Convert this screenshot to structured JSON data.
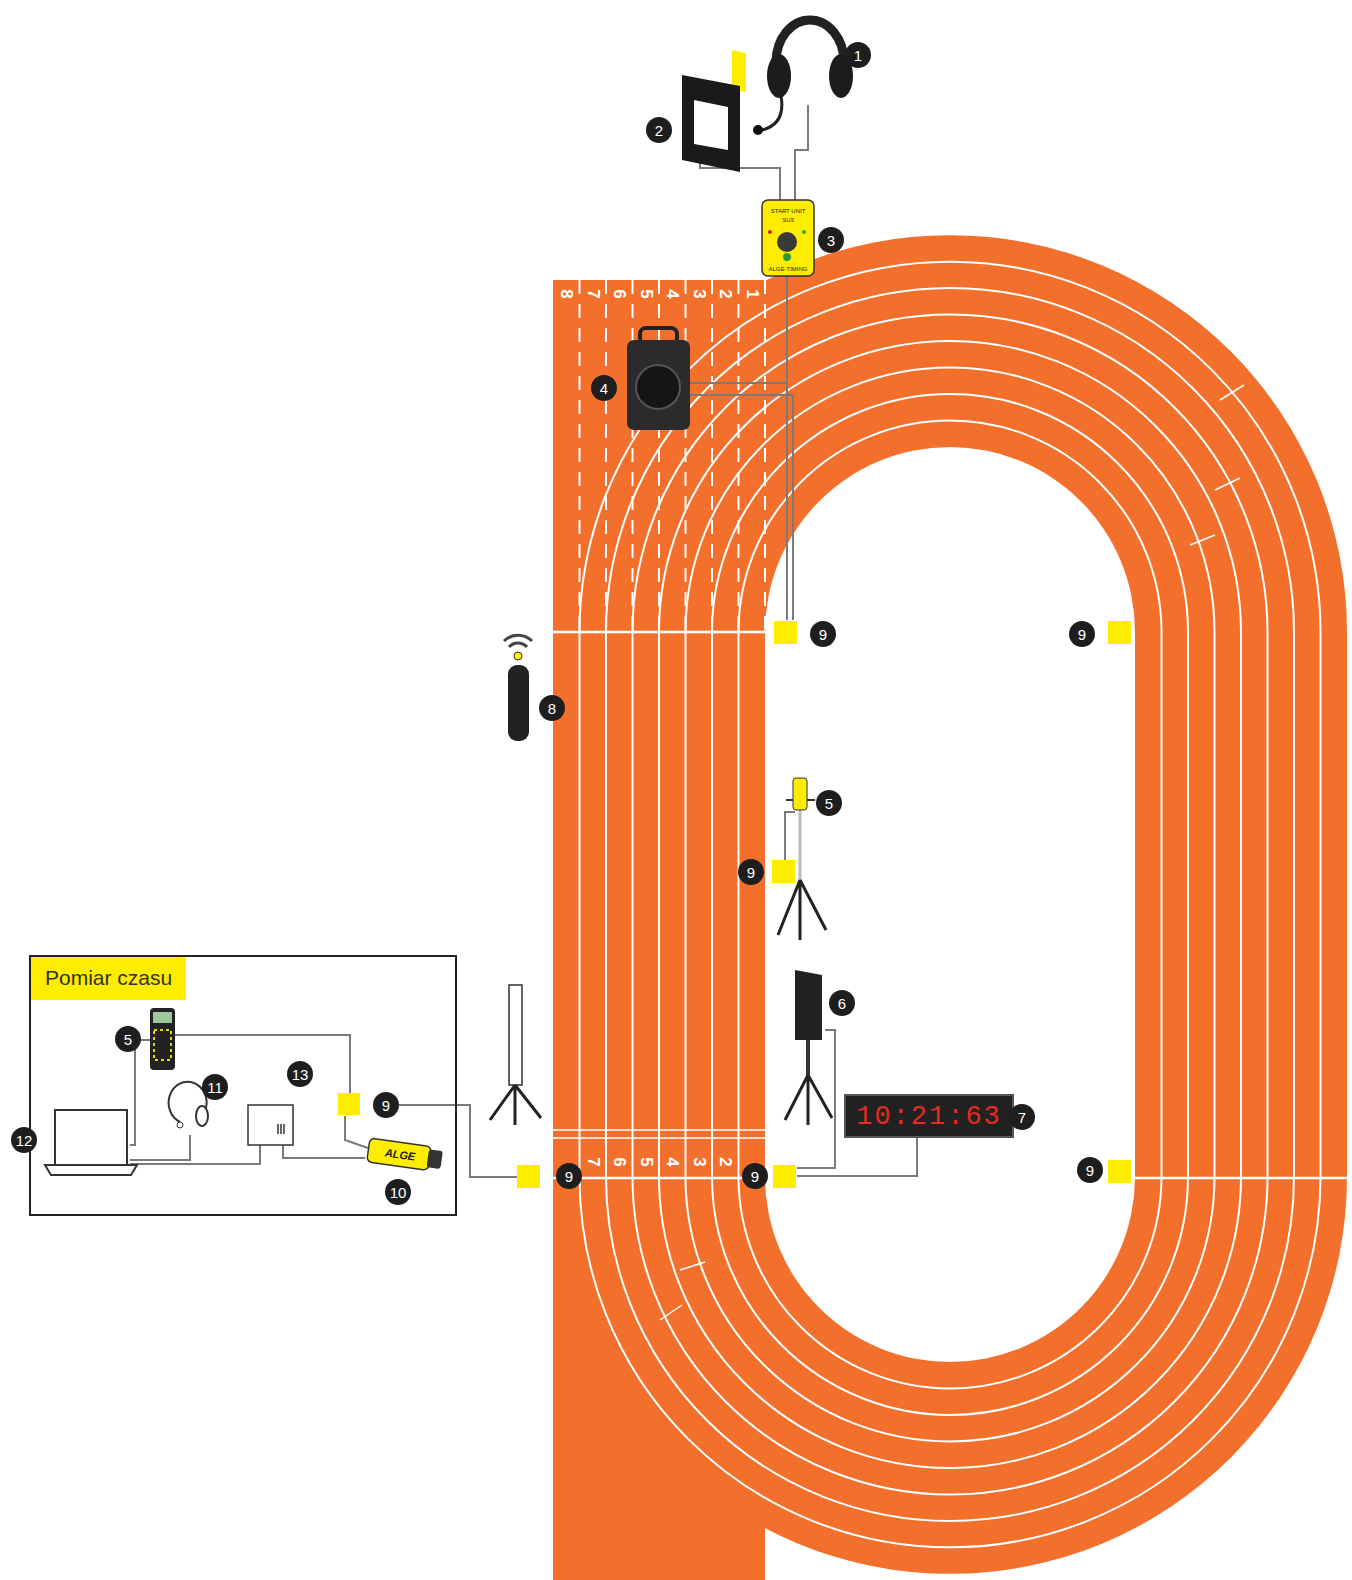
{
  "diagram": {
    "nodes": [
      {
        "text": [
          "Pomiar czasu"
        ]
      }
    ],
    "labels": [
      "1",
      "2",
      "START UNIT",
      "SU3",
      "ALGE-TIMING",
      "3",
      "8",
      "7",
      "6",
      "5",
      "4",
      "3",
      "2",
      "1",
      "4",
      "9",
      "9",
      "8",
      "5",
      "9",
      "6",
      "5",
      "13",
      "11",
      "9",
      "7",
      "10:21:63",
      "12",
      "7",
      "6",
      "5",
      "4",
      "3",
      "2",
      "9",
      "9",
      "9",
      "ALGE",
      "10"
    ]
  }
}
